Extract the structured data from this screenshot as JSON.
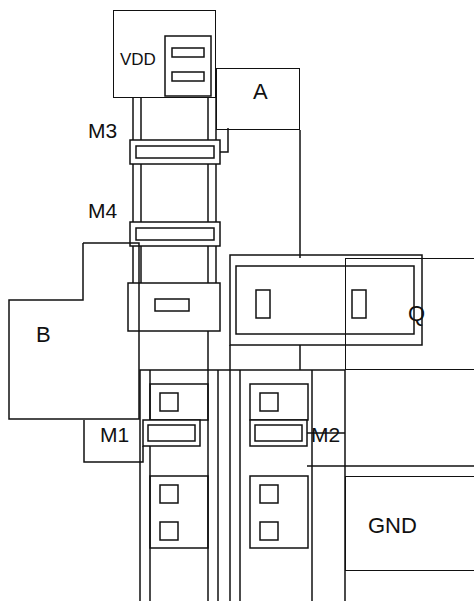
{
  "diagram": {
    "nodes": [
      {
        "text": [
          "VDD"
        ]
      },
      {
        "text": [
          "A"
        ]
      },
      {
        "text": [
          "Q"
        ]
      },
      {
        "text": [
          "B"
        ]
      },
      {
        "text": [
          "GND"
        ]
      }
    ],
    "labels": [
      "M3",
      "M4",
      "M1",
      "M2"
    ]
  }
}
